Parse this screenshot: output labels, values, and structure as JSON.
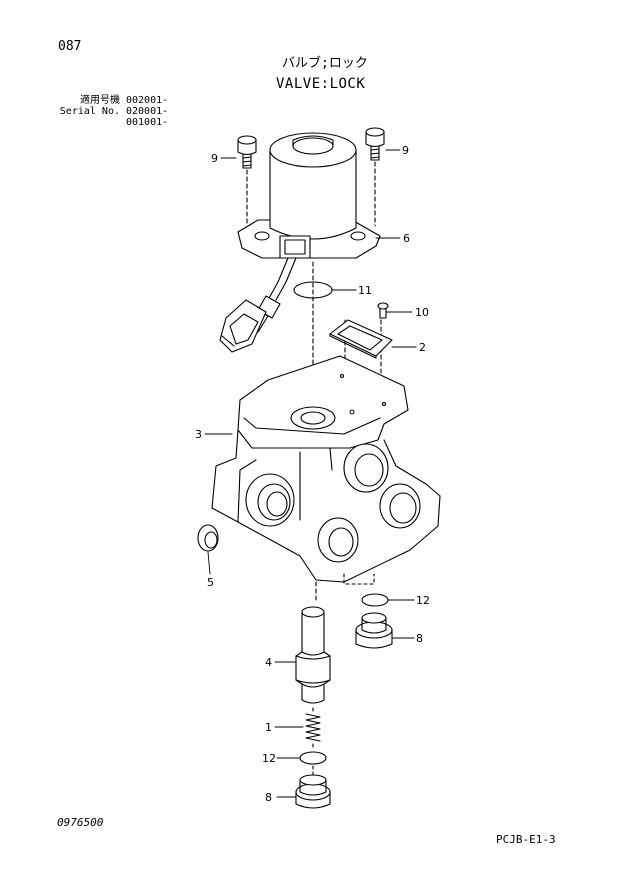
{
  "page_number": "087",
  "title_jp": "バルブ;ロック",
  "title_en": "VALVE:LOCK",
  "serial_info": {
    "rows": [
      {
        "label": "適用号機",
        "value": "002001-"
      },
      {
        "label": "Serial No.",
        "value": "020001-"
      },
      {
        "label": "",
        "value": "001001-"
      }
    ]
  },
  "callouts": {
    "c9_left": "9",
    "c9_right": "9",
    "c6": "6",
    "c11": "11",
    "c10": "10",
    "c2": "2",
    "c3": "3",
    "c5": "5",
    "c12_right": "12",
    "c8_right": "8",
    "c4": "4",
    "c1": "1",
    "c12_left": "12",
    "c8_left": "8"
  },
  "drawing_number": "0976500",
  "sheet_code": "PCJB-E1-3"
}
